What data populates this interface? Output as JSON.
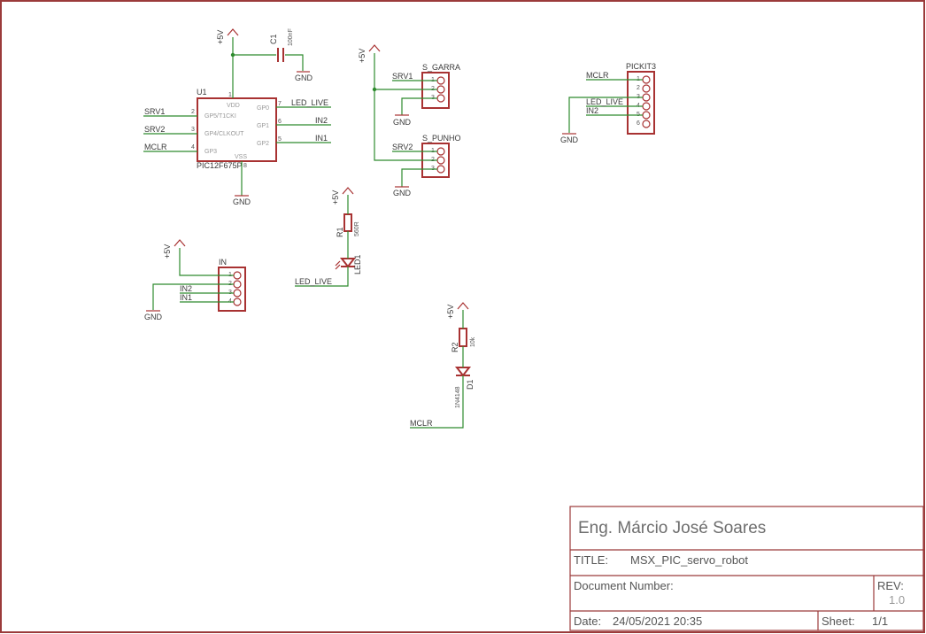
{
  "title_block": {
    "author": "Eng. Márcio José Soares",
    "title_label": "TITLE:",
    "title": "MSX_PIC_servo_robot",
    "doc_number_label": "Document Number:",
    "rev_label": "REV:",
    "rev": "1.0",
    "date_label": "Date:",
    "date": "24/05/2021 20:35",
    "sheet_label": "Sheet:",
    "sheet": "1/1"
  },
  "u1": {
    "ref": "U1",
    "part": "PIC12F675P",
    "pins": {
      "vdd": "VDD",
      "vss": "VSS",
      "gp5": "GP5/T1CKI",
      "gp4": "GP4/CLKOUT",
      "gp3": "GP3",
      "gp0": "GP0",
      "gp1": "GP1",
      "gp2": "GP2",
      "n1": "1",
      "n2": "2",
      "n3": "3",
      "n4": "4",
      "n5": "5",
      "n6": "6",
      "n7": "7",
      "n8": "8"
    }
  },
  "c1": {
    "ref": "C1",
    "value": "100nF"
  },
  "r1": {
    "ref": "R1",
    "value": "560R"
  },
  "r2": {
    "ref": "R2",
    "value": "10k"
  },
  "led1": {
    "ref": "LED1"
  },
  "d1": {
    "ref": "D1",
    "value": "1N4148"
  },
  "s_garra": {
    "ref": "S_GARRA",
    "pins": [
      "1",
      "2",
      "3"
    ]
  },
  "s_punho": {
    "ref": "S_PUNHO",
    "pins": [
      "1",
      "2",
      "3"
    ]
  },
  "pickit3": {
    "ref": "PICKIT3",
    "pins": [
      "1",
      "2",
      "3",
      "4",
      "5",
      "6"
    ]
  },
  "in_conn": {
    "ref": "IN",
    "pins": [
      "1",
      "2",
      "3",
      "4"
    ]
  },
  "power": {
    "vcc": "+5V",
    "gnd": "GND"
  },
  "nets": {
    "srv1": "SRV1",
    "srv2": "SRV2",
    "mclr": "MCLR",
    "led_live": "LED_LIVE",
    "in1": "IN1",
    "in2": "IN2"
  }
}
